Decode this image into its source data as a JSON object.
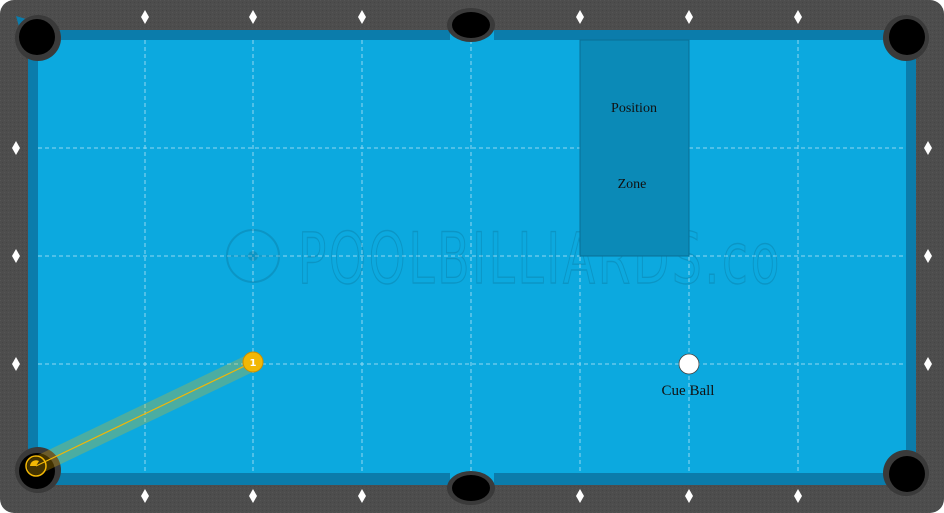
{
  "watermark": {
    "text": "POOLBILLIARDS.co"
  },
  "position_zone": {
    "line1": "Position",
    "line2": "Zone"
  },
  "cue_ball": {
    "label": "Cue Ball"
  },
  "object_ball": {
    "number": "1"
  },
  "colors": {
    "felt": "#0ca9df",
    "cushion": "#0b7cab",
    "rail": "#4d4d4d",
    "pocket": "#000000",
    "zone": "#0b8ab7",
    "object_ball": "#f2b705",
    "aim_line": "#f2b705",
    "diamond": "#ffffff"
  },
  "icons": {
    "diamond": "diamond-icon",
    "pocket": "pocket-icon",
    "logo": "target-logo-icon"
  }
}
